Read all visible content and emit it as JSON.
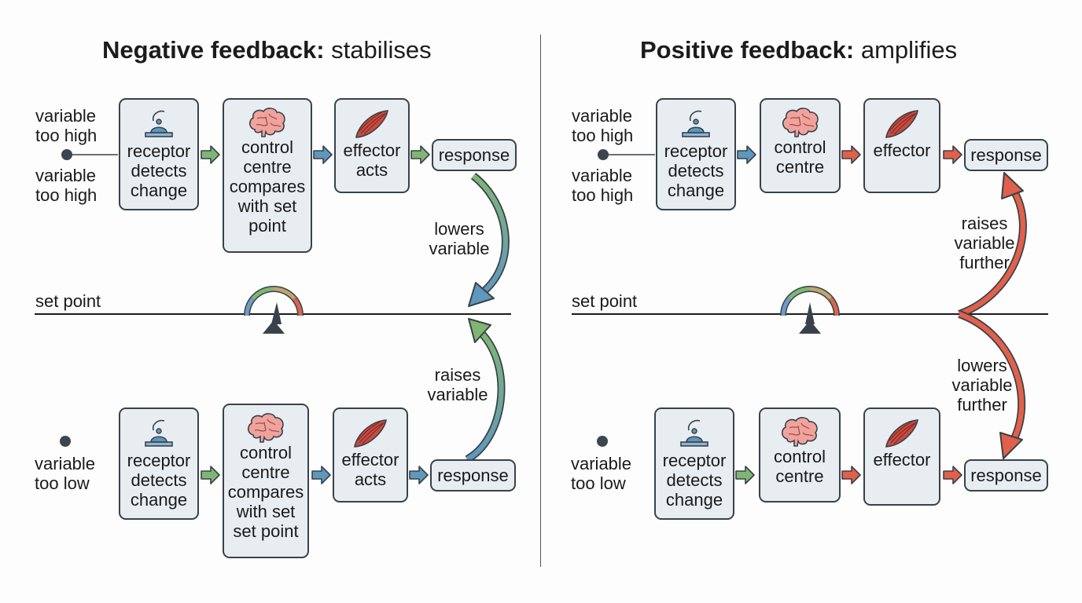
{
  "negative": {
    "title_bold": "Negative feedback:",
    "title_rest": " stabilises",
    "top": {
      "variable_upper": "variable\ntoo high",
      "variable_lower": "variable\ntoo high",
      "receptor": "receptor\ndetects\nchange",
      "control": "control\ncentre\ncompares\nwith set\npoint",
      "effector": "effector\nacts",
      "response": "response",
      "arrow_label": "lowers\nvariable"
    },
    "set_point": "set point",
    "bottom": {
      "variable": "variable\ntoo low",
      "receptor": "receptor\ndetects\nchange",
      "control": "control\ncentre\ncompares\nwith set\nset point",
      "effector": "effector\nacts",
      "response": "response",
      "arrow_label": "raises\nvariable"
    }
  },
  "positive": {
    "title_bold": "Positive feedback:",
    "title_rest": " amplifies",
    "top": {
      "variable_upper": "variable\ntoo high",
      "variable_lower": "variable\ntoo high",
      "receptor": "receptor\ndetects\nchange",
      "control": "control\ncentre",
      "effector": "effector",
      "response": "response",
      "arrow_label": "raises\nvariable\nfurther"
    },
    "set_point": "set point",
    "bottom": {
      "variable": "variable\ntoo low",
      "receptor": "receptor\ndetects\nchange",
      "control": "control\ncentre",
      "effector": "effector",
      "response": "response",
      "arrow_label": "lowers\nvariable\nfurther"
    }
  },
  "icons": [
    "receptor-icon",
    "brain-icon",
    "muscle-icon",
    "gauge-icon"
  ],
  "colors": {
    "box_fill": "#e8edf1",
    "box_border": "#39424a",
    "arrow_green": "#7fb673",
    "arrow_blue": "#5f97bd",
    "arrow_red": "#e2604a",
    "gauge_blue": "#6f9cc4",
    "gauge_green": "#7fb673",
    "gauge_tan": "#c0a470",
    "gauge_red": "#d9654c",
    "brain": "#f0a39c",
    "muscle": "#c94b40"
  }
}
